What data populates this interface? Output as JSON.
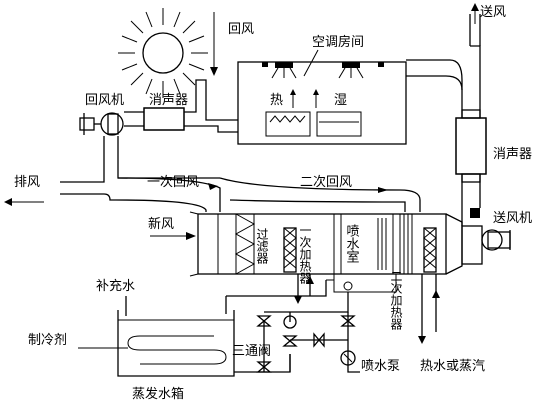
{
  "labels": {
    "supply_air_top": "送风",
    "return_air_top": "回风",
    "ac_room": "空调房间",
    "heat": "热",
    "humidity": "湿",
    "return_fan": "回风机",
    "silencer_left": "消声器",
    "silencer_right": "消声器",
    "exhaust": "排风",
    "primary_return": "一次回风",
    "secondary_return": "二次回风",
    "fresh_air": "新风",
    "filter": "过滤器",
    "primary_heater": "一次加热器",
    "spray_chamber": "喷水室",
    "secondary_heater": "二次加热器",
    "supply_fan": "送风机",
    "makeup_water": "补充水",
    "refrigerant": "制冷剂",
    "three_way_valve": "三通阀",
    "spray_pump": "喷水泵",
    "hot_water_steam": "热水或蒸汽",
    "evap_tank": "蒸发水箱"
  },
  "icons": [
    "sun-icon",
    "ceiling-diffuser-icon",
    "fan-icon",
    "silencer-icon",
    "valve-icon",
    "pump-icon",
    "arrow-icon"
  ]
}
